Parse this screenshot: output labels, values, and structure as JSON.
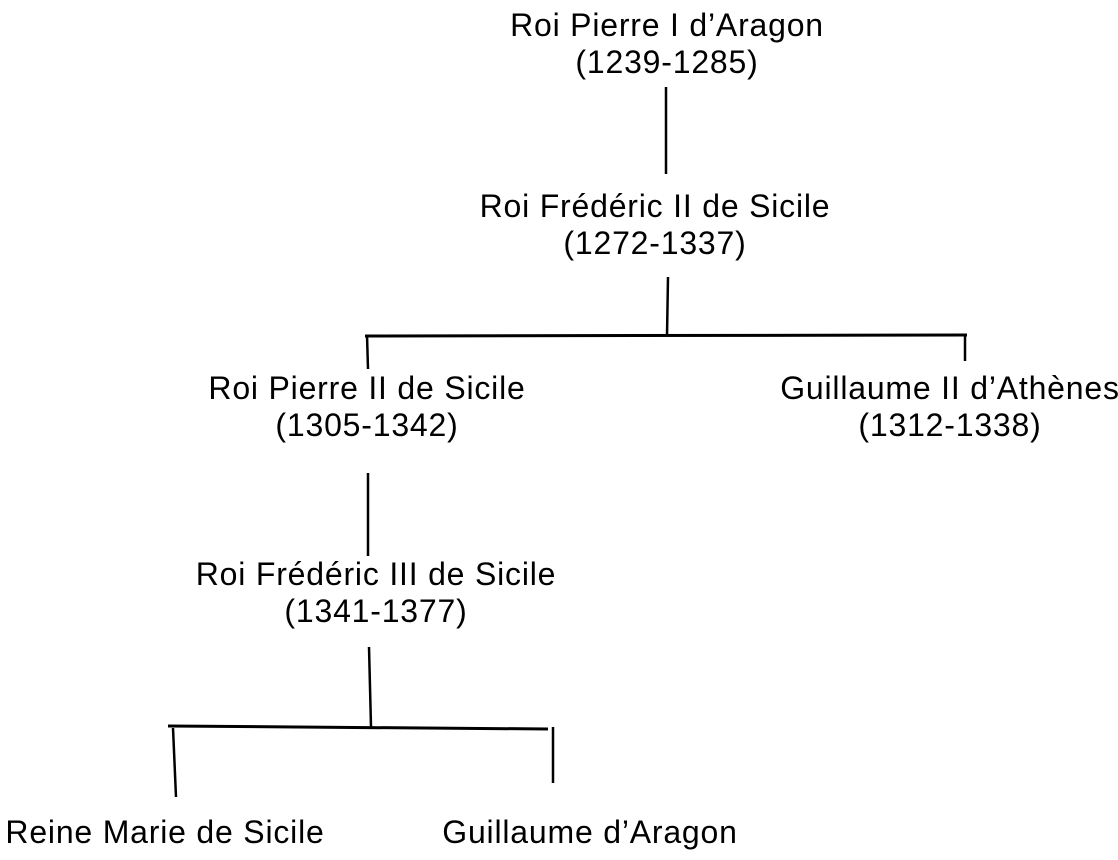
{
  "diagram": {
    "type": "family-tree",
    "background_color": "#ffffff",
    "line_color": "#000000",
    "text_color": "#000000",
    "nodes": [
      {
        "id": "pierre-1-aragon",
        "name": "Roi Pierre I d’Aragon",
        "dates": "(1239-1285)"
      },
      {
        "id": "frederic-2-sicile",
        "name": "Roi Frédéric II de Sicile",
        "dates": "(1272-1337)"
      },
      {
        "id": "pierre-2-sicile",
        "name": "Roi Pierre II de Sicile",
        "dates": "(1305-1342)"
      },
      {
        "id": "guillaume-2-athenes",
        "name": "Guillaume II d’Athènes",
        "dates": "(1312-1338)"
      },
      {
        "id": "frederic-3-sicile",
        "name": "Roi Frédéric III de Sicile",
        "dates": "(1341-1377)"
      },
      {
        "id": "marie-sicile",
        "name": "Reine Marie de Sicile"
      },
      {
        "id": "guillaume-aragon",
        "name": "Guillaume d’Aragon"
      }
    ],
    "edges": [
      {
        "parent": "Roi Pierre I d’Aragon",
        "child": "Roi Frédéric II de Sicile"
      },
      {
        "parent": "Roi Frédéric II de Sicile",
        "child": "Roi Pierre II de Sicile"
      },
      {
        "parent": "Roi Frédéric II de Sicile",
        "child": "Guillaume II d’Athènes"
      },
      {
        "parent": "Roi Pierre II de Sicile",
        "child": "Roi Frédéric III de Sicile"
      },
      {
        "parent": "Roi Frédéric III de Sicile",
        "child": "Reine Marie de Sicile"
      },
      {
        "parent": "Roi Frédéric III de Sicile",
        "child": "Guillaume d’Aragon"
      }
    ]
  }
}
